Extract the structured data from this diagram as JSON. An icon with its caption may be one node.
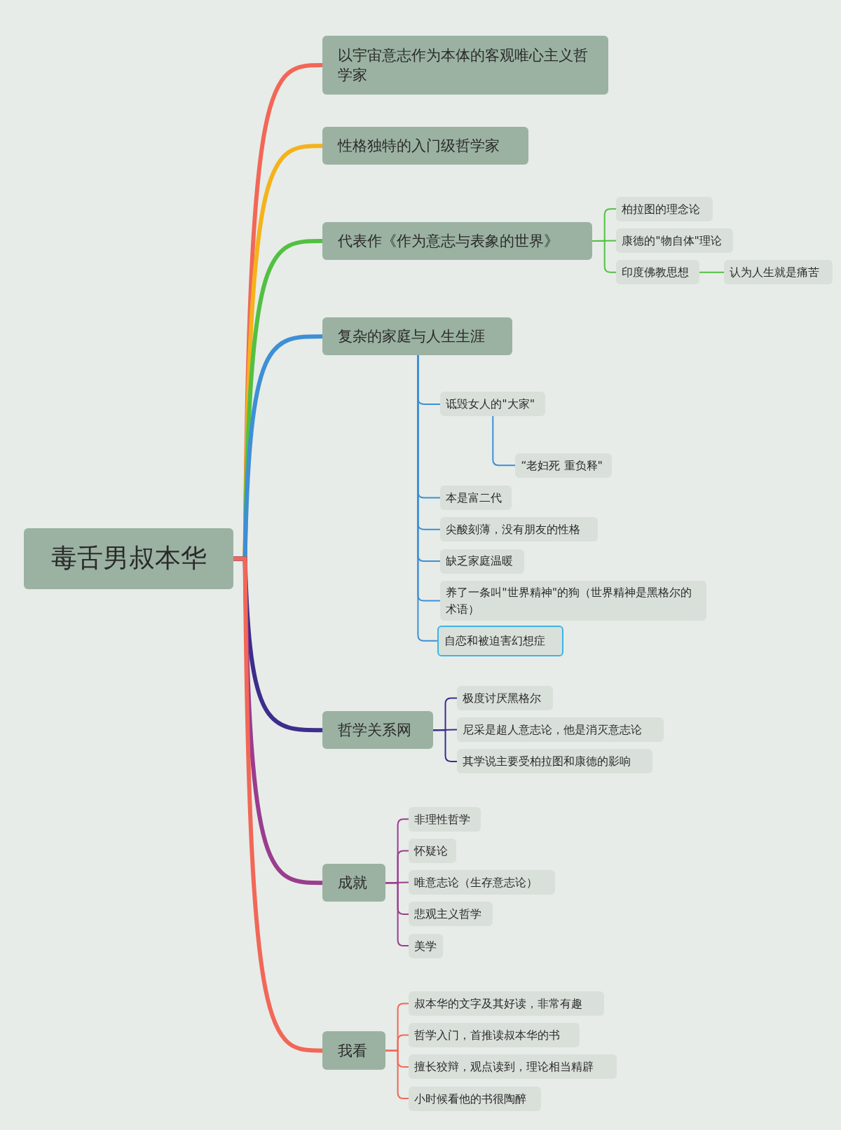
{
  "diagram": {
    "nodes": [
      {
        "text": [
          "毒舌男叔本华"
        ]
      },
      {
        "text": [
          "以宇宙意志作为本体的客观唯心主义哲学家"
        ]
      },
      {
        "text": [
          "性格独特的入门级哲学家"
        ]
      },
      {
        "text": [
          "代表作《作为意志与表象的世界》"
        ]
      },
      {
        "text": [
          "柏拉图的理念论"
        ]
      },
      {
        "text": [
          "康德的\"物自体\"理论"
        ]
      },
      {
        "text": [
          "印度佛教思想"
        ]
      },
      {
        "text": [
          "认为人生就是痛苦"
        ]
      },
      {
        "text": [
          "复杂的家庭与人生生涯"
        ]
      },
      {
        "text": [
          "诋毁女人的\"大家\""
        ]
      },
      {
        "text": [
          "“老妇死 重负释\""
        ]
      },
      {
        "text": [
          "本是富二代"
        ]
      },
      {
        "text": [
          "尖酸刻薄，没有朋友的性格"
        ]
      },
      {
        "text": [
          "缺乏家庭温暖"
        ]
      },
      {
        "text": [
          "养了一条叫\"世界精神\"的狗（世界精神是黑格尔的术语）"
        ]
      },
      {
        "text": [
          "自恋和被迫害幻想症"
        ]
      },
      {
        "text": [
          "哲学关系网"
        ]
      },
      {
        "text": [
          "极度讨厌黑格尔"
        ]
      },
      {
        "text": [
          "尼采是超人意志论，他是消灭意志论"
        ]
      },
      {
        "text": [
          "其学说主要受柏拉图和康德的影响"
        ]
      },
      {
        "text": [
          "成就"
        ]
      },
      {
        "text": [
          "非理性哲学"
        ]
      },
      {
        "text": [
          "怀疑论"
        ]
      },
      {
        "text": [
          "唯意志论（生存意志论）"
        ]
      },
      {
        "text": [
          "悲观主义哲学"
        ]
      },
      {
        "text": [
          "美学"
        ]
      },
      {
        "text": [
          "我看"
        ]
      },
      {
        "text": [
          "叔本华的文字及其好读，非常有趣"
        ]
      },
      {
        "text": [
          "哲学入门，首推读叔本华的书"
        ]
      },
      {
        "text": [
          "擅长狡辩，观点读到，理论相当精辟"
        ]
      },
      {
        "text": [
          "小时候看他的书很陶醉"
        ]
      }
    ],
    "edges": [
      {
        "from": 0,
        "to": 1,
        "arrow": "none",
        "style": "thick",
        "color": "#f26757"
      },
      {
        "from": 0,
        "to": 2,
        "arrow": "none",
        "style": "thick",
        "color": "#f5b21b"
      },
      {
        "from": 0,
        "to": 3,
        "arrow": "none",
        "style": "thick",
        "color": "#52c042"
      },
      {
        "from": 0,
        "to": 8,
        "arrow": "none",
        "style": "thick",
        "color": "#3d8fd6"
      },
      {
        "from": 0,
        "to": 16,
        "arrow": "none",
        "style": "thick",
        "color": "#3b2e8c"
      },
      {
        "from": 0,
        "to": 20,
        "arrow": "none",
        "style": "thick",
        "color": "#9a3d8e"
      },
      {
        "from": 0,
        "to": 26,
        "arrow": "none",
        "style": "thick",
        "color": "#f26757"
      },
      {
        "from": 3,
        "to": 4,
        "arrow": "none",
        "color": "#52c042"
      },
      {
        "from": 3,
        "to": 5,
        "arrow": "none",
        "color": "#52c042"
      },
      {
        "from": 3,
        "to": 6,
        "arrow": "none",
        "color": "#52c042"
      },
      {
        "from": 6,
        "to": 7,
        "arrow": "none",
        "color": "#52c042"
      },
      {
        "from": 8,
        "to": 9,
        "arrow": "none",
        "color": "#3d8fd6"
      },
      {
        "from": 9,
        "to": 10,
        "arrow": "none",
        "color": "#3d8fd6"
      },
      {
        "from": 8,
        "to": 11,
        "arrow": "none",
        "color": "#3d8fd6"
      },
      {
        "from": 8,
        "to": 12,
        "arrow": "none",
        "color": "#3d8fd6"
      },
      {
        "from": 8,
        "to": 13,
        "arrow": "none",
        "color": "#3d8fd6"
      },
      {
        "from": 8,
        "to": 14,
        "arrow": "none",
        "color": "#3d8fd6"
      },
      {
        "from": 8,
        "to": 15,
        "arrow": "none",
        "color": "#3d8fd6"
      },
      {
        "from": 16,
        "to": 17,
        "arrow": "none",
        "color": "#3b2e8c"
      },
      {
        "from": 16,
        "to": 18,
        "arrow": "none",
        "color": "#3b2e8c"
      },
      {
        "from": 16,
        "to": 19,
        "arrow": "none",
        "color": "#3b2e8c"
      },
      {
        "from": 20,
        "to": 21,
        "arrow": "none",
        "color": "#9a3d8e"
      },
      {
        "from": 20,
        "to": 22,
        "arrow": "none",
        "color": "#9a3d8e"
      },
      {
        "from": 20,
        "to": 23,
        "arrow": "none",
        "color": "#9a3d8e"
      },
      {
        "from": 20,
        "to": 24,
        "arrow": "none",
        "color": "#9a3d8e"
      },
      {
        "from": 20,
        "to": 25,
        "arrow": "none",
        "color": "#9a3d8e"
      },
      {
        "from": 26,
        "to": 27,
        "arrow": "none",
        "color": "#f26757"
      },
      {
        "from": 26,
        "to": 28,
        "arrow": "none",
        "color": "#f26757"
      },
      {
        "from": 26,
        "to": 29,
        "arrow": "none",
        "color": "#f26757"
      },
      {
        "from": 26,
        "to": 30,
        "arrow": "none",
        "color": "#f26757"
      }
    ]
  }
}
